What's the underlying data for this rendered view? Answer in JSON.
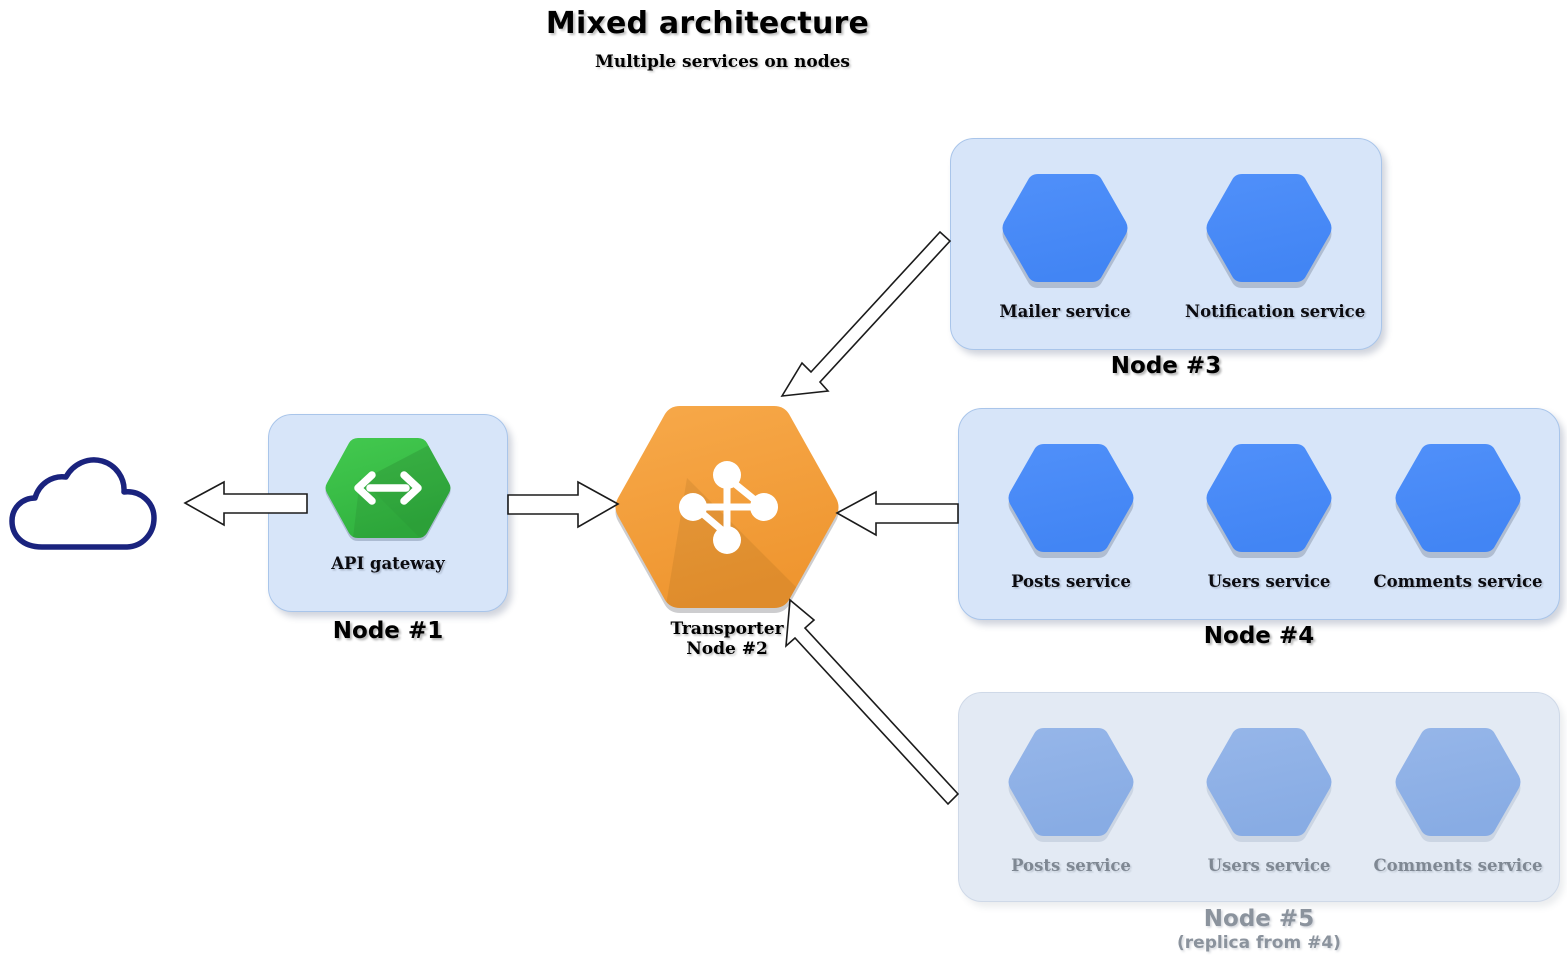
{
  "header": {
    "title": "Mixed architecture",
    "subtitle": "Multiple services on nodes"
  },
  "colors": {
    "service_hex": "#4b8df8",
    "service_hex_faded": "#8fb2e6",
    "gateway_hex": "#3cbf4c",
    "transporter_hex": "#f5a03c",
    "node_box_fill": "#d7e5f9",
    "node_box_fill_faded": "#e3eaf4",
    "node_box_border": "#a9c5ea",
    "cloud_stroke": "#1a237e",
    "faded_text": "#8b939d",
    "arrow_fill": "#ffffff",
    "arrow_stroke": "#1b1b1b"
  },
  "cloud": {
    "name": "internet-cloud"
  },
  "nodes": [
    {
      "id": "node1",
      "label": "Node #1",
      "sublabel": "",
      "faded": false,
      "services": [
        {
          "label": "API gateway",
          "icon": "api-gateway-icon",
          "color": "#3cbf4c"
        }
      ]
    },
    {
      "id": "node2",
      "label": "Node #2",
      "title": "Transporter",
      "faded": false,
      "services": [
        {
          "label": "Transporter",
          "icon": "transporter-network-icon",
          "color": "#f5a03c"
        }
      ]
    },
    {
      "id": "node3",
      "label": "Node #3",
      "sublabel": "",
      "faded": false,
      "services": [
        {
          "label": "Mailer service",
          "icon": "hexagon-service-icon",
          "color": "#4b8df8"
        },
        {
          "label": "Notification service",
          "icon": "hexagon-service-icon",
          "color": "#4b8df8"
        }
      ]
    },
    {
      "id": "node4",
      "label": "Node #4",
      "sublabel": "",
      "faded": false,
      "services": [
        {
          "label": "Posts service",
          "icon": "hexagon-service-icon",
          "color": "#4b8df8"
        },
        {
          "label": "Users service",
          "icon": "hexagon-service-icon",
          "color": "#4b8df8"
        },
        {
          "label": "Comments service",
          "icon": "hexagon-service-icon",
          "color": "#4b8df8"
        }
      ]
    },
    {
      "id": "node5",
      "label": "Node #5",
      "sublabel": "(replica from #4)",
      "faded": true,
      "services": [
        {
          "label": "Posts service",
          "icon": "hexagon-service-icon",
          "color": "#8fb2e6"
        },
        {
          "label": "Users service",
          "icon": "hexagon-service-icon",
          "color": "#8fb2e6"
        },
        {
          "label": "Comments service",
          "icon": "hexagon-service-icon",
          "color": "#8fb2e6"
        }
      ]
    }
  ],
  "connections": [
    {
      "name": "gateway-to-cloud-arrow",
      "from": "node1",
      "to": "cloud",
      "direction": "left"
    },
    {
      "name": "gateway-to-transporter-arrow",
      "from": "node1",
      "to": "node2",
      "direction": "right"
    },
    {
      "name": "node3-to-transporter-arrow",
      "from": "node3",
      "to": "node2",
      "direction": "down-left"
    },
    {
      "name": "node4-to-transporter-arrow",
      "from": "node4",
      "to": "node2",
      "direction": "left"
    },
    {
      "name": "node5-to-transporter-arrow",
      "from": "node5",
      "to": "node2",
      "direction": "up-left"
    }
  ]
}
